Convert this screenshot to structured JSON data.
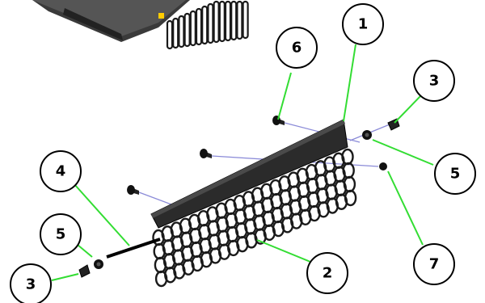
{
  "colors": {
    "leader": "#33dd33",
    "axis": "#8b8bd8",
    "part_dark": "#1a1a1a",
    "part_mid": "#3a3a3a",
    "plate": "#2b2b2b",
    "chassis_top": "#555555",
    "accent": "#ffcc00"
  },
  "callouts": [
    {
      "id": "c1",
      "label": "1"
    },
    {
      "id": "c2",
      "label": "2"
    },
    {
      "id": "c3a",
      "label": "3"
    },
    {
      "id": "c3b",
      "label": "3"
    },
    {
      "id": "c4",
      "label": "4"
    },
    {
      "id": "c5a",
      "label": "5"
    },
    {
      "id": "c5b",
      "label": "5"
    },
    {
      "id": "c6",
      "label": "6"
    },
    {
      "id": "c7",
      "label": "7"
    }
  ],
  "icons": {
    "chassis": "heatsink-chassis-icon",
    "bracket": "mounting-bracket-icon",
    "fins": "heatsink-fins-icon",
    "screw": "screw-icon",
    "rod": "retaining-rod-icon",
    "washer": "washer-icon",
    "nut": "nut-icon"
  }
}
